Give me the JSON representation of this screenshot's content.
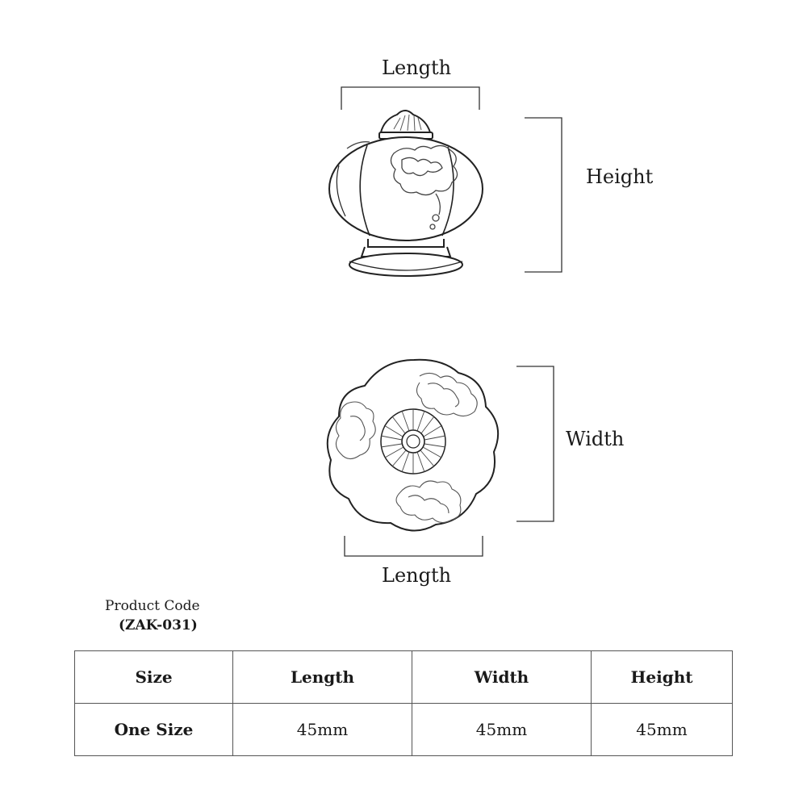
{
  "diagram": {
    "front_view": {
      "length_label": "Length",
      "height_label": "Height"
    },
    "top_view": {
      "width_label": "Width",
      "length_label": "Length"
    }
  },
  "product": {
    "code_label": "Product Code",
    "code_value": "(ZAK-031)"
  },
  "table": {
    "headers": [
      "Size",
      "Length",
      "Width",
      "Height"
    ],
    "rows": [
      [
        "One Size",
        "45mm",
        "45mm",
        "45mm"
      ]
    ]
  }
}
